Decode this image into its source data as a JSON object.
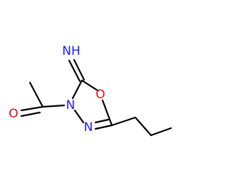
{
  "molecule": {
    "atoms": {
      "imine": "NH",
      "ring_nitrogen_top": "N",
      "ring_nitrogen_bottom": "N",
      "ring_oxygen": "O",
      "carbonyl_oxygen": "O"
    },
    "colors": {
      "bond": "#000000",
      "nitrogen": "#1a1aff",
      "oxygen": "#e01010"
    }
  }
}
